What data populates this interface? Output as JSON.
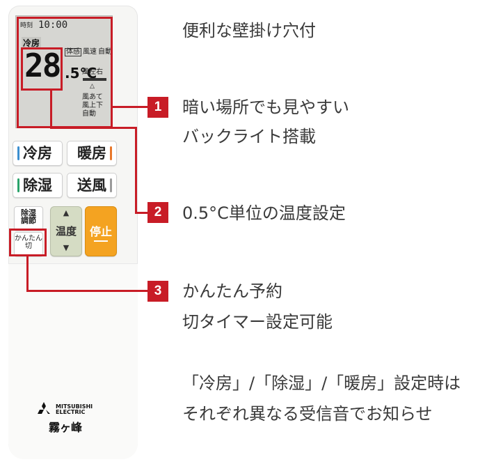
{
  "remote": {
    "lcd": {
      "clock_label": "時刻",
      "clock_value": "10:00",
      "mode": "冷房",
      "temperature": "28",
      "temperature_unit": ".5°C",
      "taikan": "体感",
      "fan_speed_label": "風速",
      "fan_speed_value": "自動",
      "vane_lr_label": "風左右",
      "air_direct_label": "風あて",
      "vane_ud_label": "風上下",
      "auto_label": "自動"
    },
    "buttons": {
      "cool": "冷房",
      "heat": "暖房",
      "dry": "除湿",
      "fan": "送風",
      "dehumid_adjust": "除湿\n調節",
      "temp": "温度",
      "stop": "停止",
      "kantan": "かんたん\n切"
    },
    "brand": {
      "name": "MITSUBISHI ELECTRIC",
      "series": "霧ヶ峰"
    },
    "colors": {
      "cool_bar": "#3b8fd0",
      "heat_bar": "#e8772a",
      "dry_bar": "#2aa36a",
      "fan_bar": "#9a9a9a",
      "stop_button": "#f4a321",
      "callout_red": "#c81c26"
    }
  },
  "features": {
    "wall_mount": "便利な壁掛け穴付",
    "f1": {
      "number": "1",
      "line1": "暗い場所でも見やすい",
      "line2": "バックライト搭載"
    },
    "f2": {
      "number": "2",
      "line1": "0.5°C単位の温度設定"
    },
    "f3": {
      "number": "3",
      "line1": "かんたん予約",
      "line2": "切タイマー設定可能"
    },
    "note_line1": "「冷房」/「除湿」/「暖房」設定時は",
    "note_line2": "それぞれ異なる受信音でお知らせ"
  }
}
